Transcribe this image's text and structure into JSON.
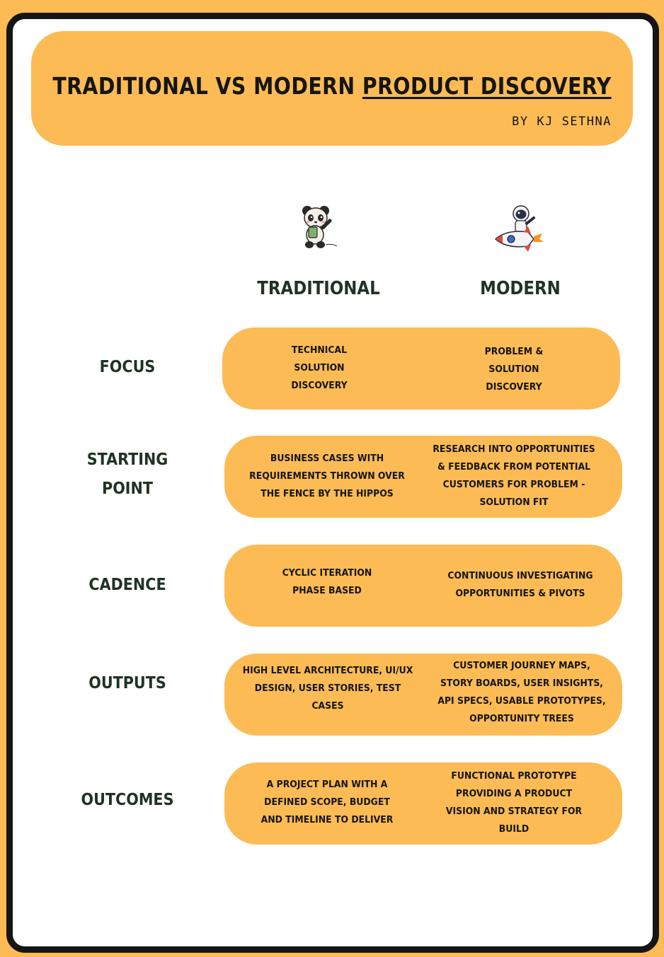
{
  "header": {
    "title_plain": "TRADITIONAL VS MODERN ",
    "title_underlined": "PRODUCT DISCOVERY",
    "byline": "BY KJ SETHNA"
  },
  "columns": {
    "traditional": {
      "label": "TRADITIONAL",
      "icon": "panda-icon"
    },
    "modern": {
      "label": "MODERN",
      "icon": "astronaut-rocket-icon"
    }
  },
  "colors": {
    "accent": "#fcbb55",
    "frame": "#151515",
    "label_text": "#1f3324"
  },
  "rows": [
    {
      "label": "FOCUS",
      "traditional": "TECHNICAL\nSOLUTION\nDISCOVERY",
      "modern": "PROBLEM &\nSOLUTION\nDISCOVERY"
    },
    {
      "label": "STARTING\nPOINT",
      "traditional": "BUSINESS CASES WITH\nREQUIREMENTS THROWN OVER\nTHE FENCE BY THE HIPPOS",
      "modern": "RESEARCH INTO OPPORTUNITIES\n& FEEDBACK FROM POTENTIAL\nCUSTOMERS FOR PROBLEM -\nSOLUTION FIT"
    },
    {
      "label": "CADENCE",
      "traditional": "CYCLIC ITERATION\nPHASE BASED",
      "modern": "CONTINUOUS INVESTIGATING\nOPPORTUNITIES & PIVOTS"
    },
    {
      "label": "OUTPUTS",
      "traditional": "HIGH LEVEL ARCHITECTURE,  UI/UX\nDESIGN, USER STORIES, TEST\nCASES",
      "modern": "CUSTOMER JOURNEY MAPS,\nSTORY BOARDS, USER INSIGHTS,\nAPI SPECS, USABLE PROTOTYPES,\nOPPORTUNITY TREES"
    },
    {
      "label": "OUTCOMES",
      "traditional": "A PROJECT PLAN WITH A\nDEFINED SCOPE, BUDGET\nAND TIMELINE TO DELIVER",
      "modern": "FUNCTIONAL PROTOTYPE\nPROVIDING A PRODUCT\nVISION AND STRATEGY FOR\nBUILD"
    }
  ]
}
